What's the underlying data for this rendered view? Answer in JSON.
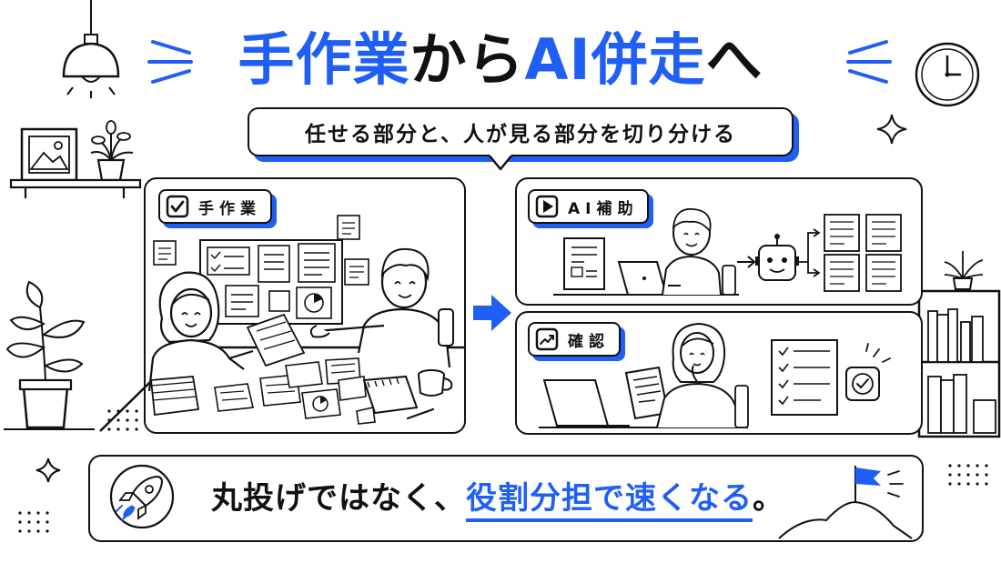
{
  "title": {
    "part1": "手作業",
    "part2": "から",
    "part3": "AI併走",
    "part4": "へ"
  },
  "subtitle": "任せる部分と、人が見る部分を切り分ける",
  "panels": {
    "manual": {
      "label": "手作業",
      "icon": "checkbox-icon"
    },
    "ai_assist": {
      "label": "AI補助",
      "icon": "play-icon"
    },
    "review": {
      "label": "確認",
      "icon": "trend-chart-icon"
    }
  },
  "tagline": {
    "prefix": "丸投げではなく、",
    "highlight": "役割分担で速くなる",
    "suffix": "。"
  },
  "colors": {
    "accent": "#1f5ff5",
    "ink": "#111111",
    "background": "#ffffff"
  }
}
